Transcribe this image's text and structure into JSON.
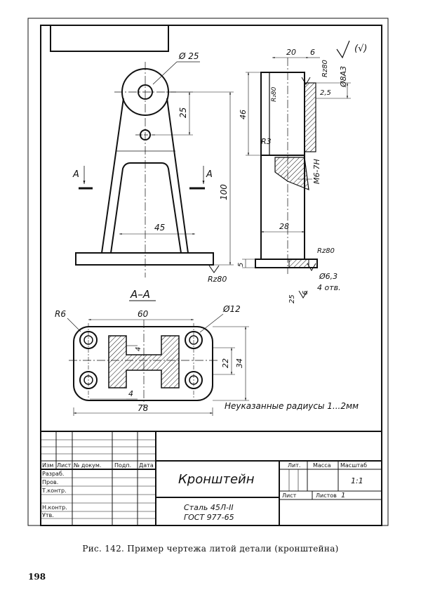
{
  "front_view": {
    "dim_phi25": "Ø 25",
    "dim_25": "25",
    "dim_100": "100",
    "dim_45": "45",
    "section_mark": "A",
    "roughness": "Rz80"
  },
  "side_view": {
    "dim_20": "20",
    "dim_6": "6",
    "dim_46": "46",
    "dim_28": "28",
    "dim_5": "5",
    "dim_R3": "R3",
    "thread": "M6-7H",
    "bore": "Ø8A3",
    "chamfer": "2,5",
    "hole": "Ø6,3",
    "holes_count": "4 отв.",
    "depth": "25",
    "depth_small": "6",
    "roughness": "Rz80",
    "roughness_top": "Rz80",
    "roughness_mid": "R₂80",
    "general_roughness": "(√)"
  },
  "section_view": {
    "title": "А–А",
    "dim_60": "60",
    "dim_R6": "R6",
    "dim_phi12": "Ø12",
    "dim_4_top": "4",
    "dim_4_bottom": "4",
    "dim_22": "22",
    "dim_34": "34",
    "dim_78": "78"
  },
  "note": "Неуказанные радиусы 1...2мм",
  "title_block": {
    "part_name": "Кронштейн",
    "material_line1": "Сталь 45Л-II",
    "material_line2": "ГОСТ 977-65",
    "col_izm": "Изм",
    "col_list": "Лист",
    "col_doc": "№ докум.",
    "col_sign": "Подп.",
    "col_date": "Дата",
    "row_razrab": "Разраб.",
    "row_prov": "Пров.",
    "row_tkontr": "Т.контр.",
    "row_nkontr": "Н.контр.",
    "row_utv": "Утв.",
    "lit": "Лит.",
    "mass": "Масса",
    "scale": "Масштаб",
    "scale_value": "1:1",
    "sheet": "Лист",
    "sheets": "Листов",
    "sheets_value": "1"
  },
  "caption": "Рис. 142. Пример чертежа литой детали (кронштейна)",
  "page_number": "198"
}
